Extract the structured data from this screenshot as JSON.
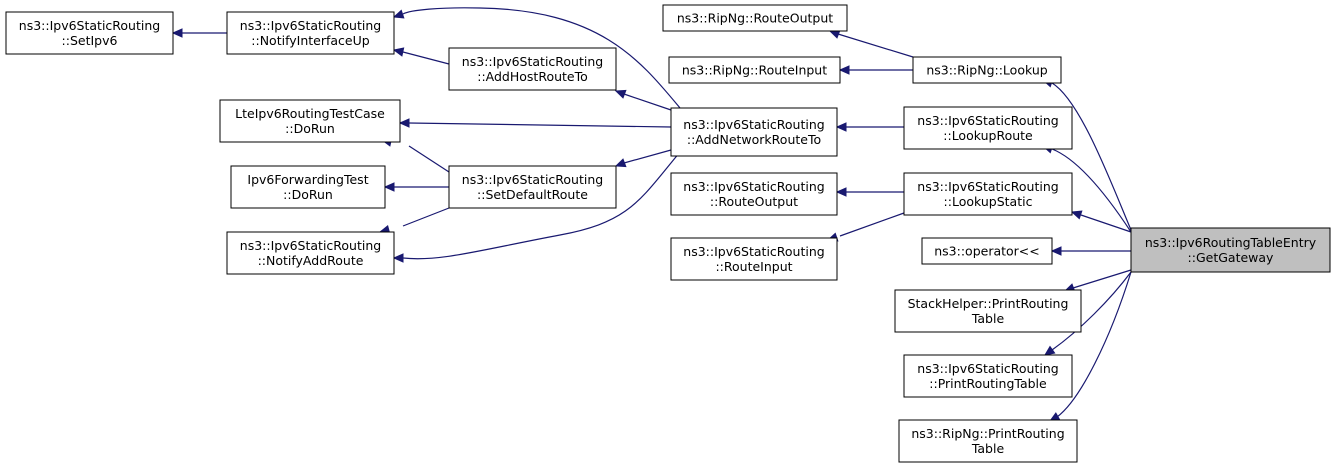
{
  "graph": {
    "nodes": [
      {
        "id": "setipv6",
        "lines": [
          "ns3::Ipv6StaticRouting",
          "::SetIpv6"
        ]
      },
      {
        "id": "notifyif",
        "lines": [
          "ns3::Ipv6StaticRouting",
          "::NotifyInterfaceUp"
        ]
      },
      {
        "id": "addhost",
        "lines": [
          "ns3::Ipv6StaticRouting",
          "::AddHostRouteTo"
        ]
      },
      {
        "id": "ltedorun",
        "lines": [
          "LteIpv6RoutingTestCase",
          "::DoRun"
        ]
      },
      {
        "id": "fwdorun",
        "lines": [
          "Ipv6ForwardingTest",
          "::DoRun"
        ]
      },
      {
        "id": "setdefault",
        "lines": [
          "ns3::Ipv6StaticRouting",
          "::SetDefaultRoute"
        ]
      },
      {
        "id": "notifyadd",
        "lines": [
          "ns3::Ipv6StaticRouting",
          "::NotifyAddRoute"
        ]
      },
      {
        "id": "ripoutput",
        "lines": [
          "ns3::RipNg::RouteOutput"
        ]
      },
      {
        "id": "ripinput",
        "lines": [
          "ns3::RipNg::RouteInput"
        ]
      },
      {
        "id": "addnetwork",
        "lines": [
          "ns3::Ipv6StaticRouting",
          "::AddNetworkRouteTo"
        ]
      },
      {
        "id": "srouteoutput",
        "lines": [
          "ns3::Ipv6StaticRouting",
          "::RouteOutput"
        ]
      },
      {
        "id": "srouteinput",
        "lines": [
          "ns3::Ipv6StaticRouting",
          "::RouteInput"
        ]
      },
      {
        "id": "riplookup",
        "lines": [
          "ns3::RipNg::Lookup"
        ]
      },
      {
        "id": "lookuproute",
        "lines": [
          "ns3::Ipv6StaticRouting",
          "::LookupRoute"
        ]
      },
      {
        "id": "lookupstatic",
        "lines": [
          "ns3::Ipv6StaticRouting",
          "::LookupStatic"
        ]
      },
      {
        "id": "operator",
        "lines": [
          "ns3::operator<<"
        ]
      },
      {
        "id": "stackprint",
        "lines": [
          "StackHelper::PrintRouting",
          "Table"
        ]
      },
      {
        "id": "staticprint",
        "lines": [
          "ns3::Ipv6StaticRouting",
          "::PrintRoutingTable"
        ]
      },
      {
        "id": "ripprint",
        "lines": [
          "ns3::RipNg::PrintRouting",
          "Table"
        ]
      },
      {
        "id": "getgateway",
        "lines": [
          "ns3::Ipv6RoutingTableEntry",
          "::GetGateway"
        ],
        "root": true
      }
    ],
    "edges": [
      [
        "notifyif",
        "setipv6"
      ],
      [
        "addhost",
        "notifyif"
      ],
      [
        "addnetwork",
        "notifyif"
      ],
      [
        "addnetwork",
        "addhost"
      ],
      [
        "addnetwork",
        "ltedorun"
      ],
      [
        "setdefault",
        "ltedorun"
      ],
      [
        "setdefault",
        "fwdorun"
      ],
      [
        "setdefault",
        "notifyadd"
      ],
      [
        "addnetwork",
        "setdefault"
      ],
      [
        "addnetwork",
        "notifyadd"
      ],
      [
        "riplookup",
        "ripoutput"
      ],
      [
        "riplookup",
        "ripinput"
      ],
      [
        "lookuproute",
        "addnetwork"
      ],
      [
        "lookupstatic",
        "srouteoutput"
      ],
      [
        "lookupstatic",
        "srouteinput"
      ],
      [
        "getgateway",
        "riplookup"
      ],
      [
        "getgateway",
        "lookuproute"
      ],
      [
        "getgateway",
        "lookupstatic"
      ],
      [
        "getgateway",
        "operator"
      ],
      [
        "getgateway",
        "stackprint"
      ],
      [
        "getgateway",
        "staticprint"
      ],
      [
        "getgateway",
        "ripprint"
      ]
    ]
  }
}
